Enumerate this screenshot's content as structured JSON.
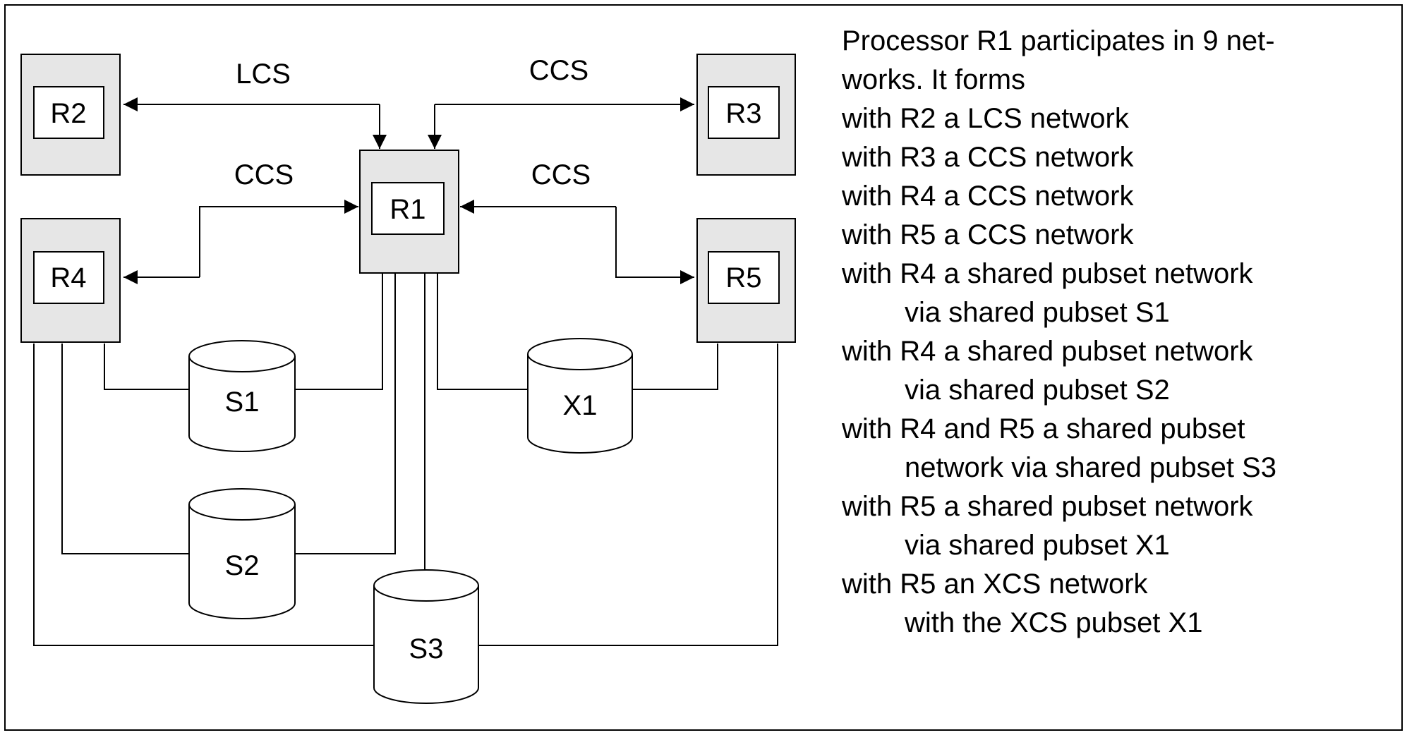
{
  "diagram": {
    "processors": {
      "r1": "R1",
      "r2": "R2",
      "r3": "R3",
      "r4": "R4",
      "r5": "R5"
    },
    "pubsets": {
      "s1": "S1",
      "s2": "S2",
      "s3": "S3",
      "x1": "X1"
    },
    "links": {
      "r2_r1": "LCS",
      "r1_r3": "CCS",
      "r4_r1": "CCS",
      "r1_r5": "CCS"
    },
    "colors": {
      "processor_fill": "#e6e6e6",
      "stroke": "#000000",
      "inner_fill": "#ffffff"
    }
  },
  "description": {
    "lines": [
      "Processor R1 participates in 9 net-",
      "works. It forms",
      "with R2 a LCS network",
      "with R3 a CCS network",
      "with R4 a CCS network",
      "with R5 a CCS network",
      "with R4 a shared pubset network",
      "via shared pubset S1",
      "with R4 a shared pubset network",
      "via shared pubset S2",
      "with R4 and R5 a shared pubset",
      "network via shared pubset S3",
      "with R5 a shared pubset network",
      "via shared pubset X1",
      "with R5 an XCS network",
      "with the XCS pubset X1"
    ]
  }
}
